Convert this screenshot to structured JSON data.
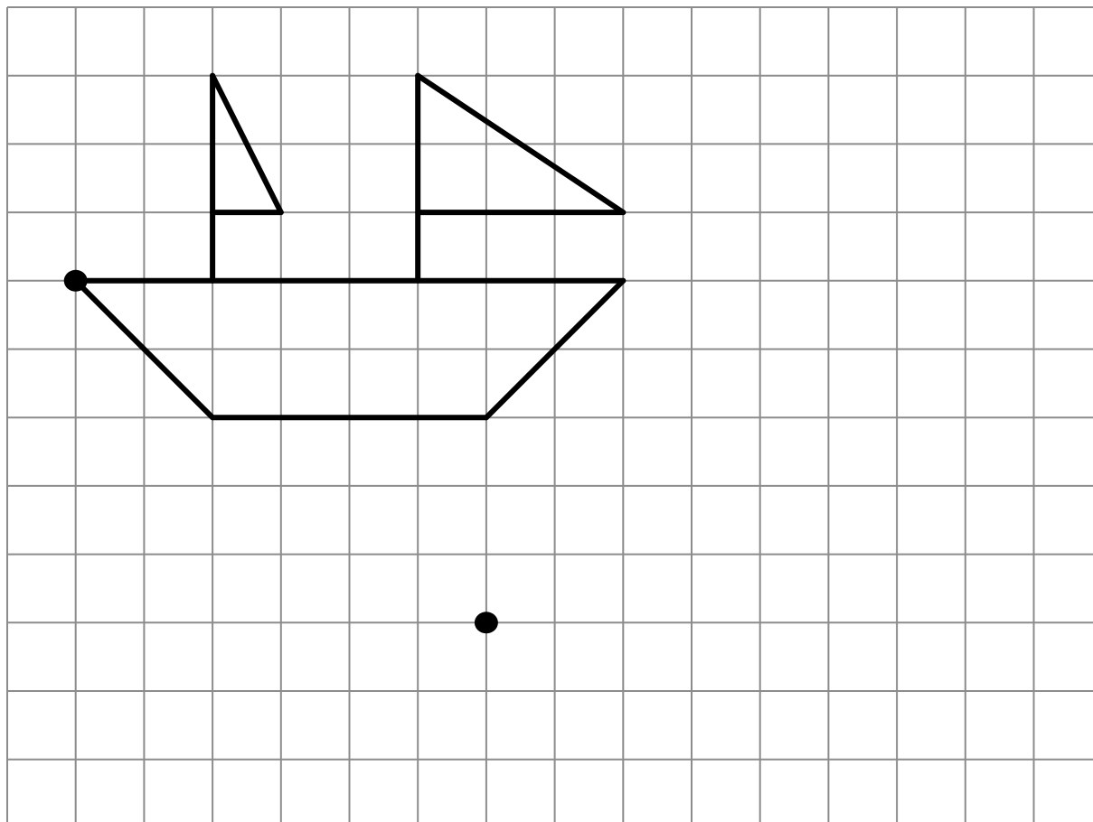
{
  "colors": {
    "background": "#ffffff",
    "grid": "#8c8c8c",
    "drawing": "#000000"
  },
  "grid": {
    "columns": 16,
    "rows": 12
  },
  "drawing": {
    "subject": "sailboat",
    "segments": [
      {
        "name": "deck-line",
        "from": [
          1,
          4
        ],
        "to": [
          9,
          4
        ]
      },
      {
        "name": "hull-left-side",
        "from": [
          1,
          4
        ],
        "to": [
          3,
          6
        ]
      },
      {
        "name": "hull-bottom",
        "from": [
          3,
          6
        ],
        "to": [
          7,
          6
        ]
      },
      {
        "name": "hull-right-side",
        "from": [
          7,
          6
        ],
        "to": [
          9,
          4
        ]
      },
      {
        "name": "small-mast",
        "from": [
          3,
          4
        ],
        "to": [
          3,
          1
        ]
      },
      {
        "name": "small-sail-edge",
        "from": [
          3,
          1
        ],
        "to": [
          4,
          3
        ]
      },
      {
        "name": "small-sail-boom",
        "from": [
          3,
          3
        ],
        "to": [
          4,
          3
        ]
      },
      {
        "name": "big-mast",
        "from": [
          6,
          4
        ],
        "to": [
          6,
          1
        ]
      },
      {
        "name": "big-sail-edge",
        "from": [
          6,
          1
        ],
        "to": [
          9,
          3
        ]
      },
      {
        "name": "big-sail-boom",
        "from": [
          6,
          3
        ],
        "to": [
          9,
          3
        ]
      }
    ],
    "points": [
      {
        "name": "point-hull-left-corner",
        "at": [
          1,
          4
        ]
      },
      {
        "name": "point-center",
        "at": [
          7,
          9
        ]
      }
    ]
  }
}
